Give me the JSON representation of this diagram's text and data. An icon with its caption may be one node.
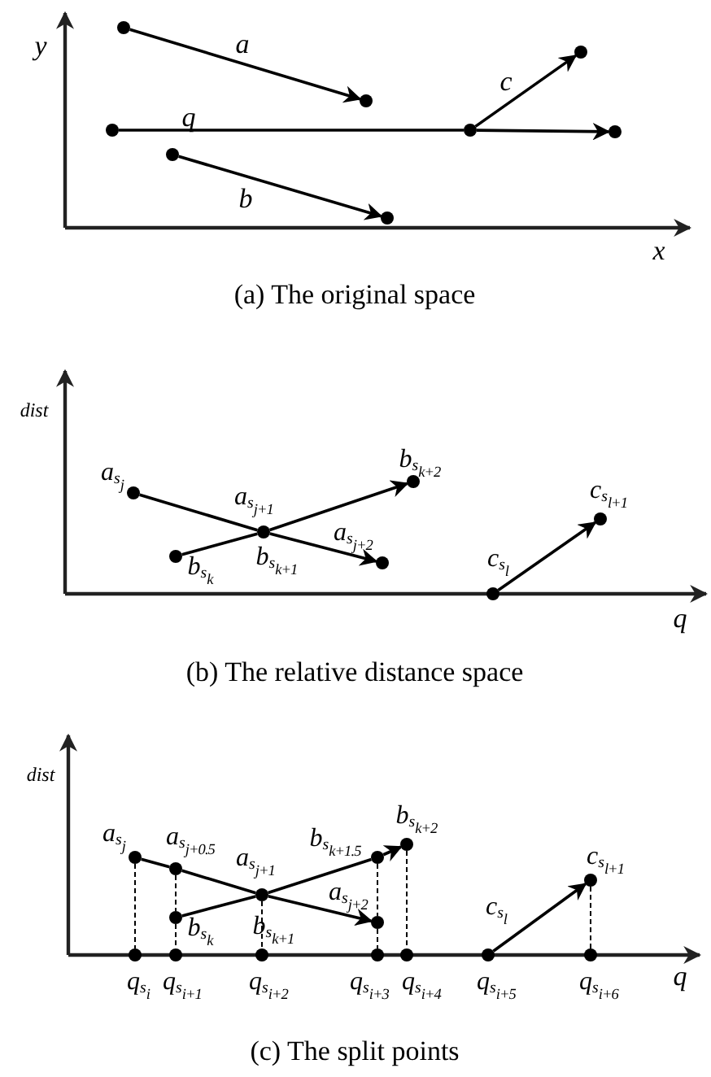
{
  "diagram": {
    "nodes": [
      {
        "text": [],
        "shape": "circle"
      },
      {
        "text": [],
        "shape": "circle"
      },
      {
        "text": [],
        "shape": "circle"
      },
      {
        "text": [],
        "shape": "circle"
      },
      {
        "text": [],
        "shape": "circle"
      },
      {
        "text": [],
        "shape": "circle"
      },
      {
        "text": [],
        "shape": "circle"
      },
      {
        "text": [],
        "shape": "circle"
      },
      {
        "text": [
          "a$_{s}$$_{j}$"
        ]
      },
      {
        "text": [
          "b$_{s}$$_{k+2}$"
        ]
      },
      {
        "text": [
          "a$_{s}$$_{j+1}$",
          "b$_{s}$$_{k+1}$"
        ]
      },
      {
        "text": [
          "c$_{s}$$_{l+1}$"
        ]
      },
      {
        "text": [
          "b$_{s}$$_{k}$"
        ]
      },
      {
        "text": [
          "a$_{s}$$_{j+2}$"
        ]
      },
      {
        "text": [
          "c$_{s}$$_{l}$"
        ]
      },
      {
        "text": [
          "a$_{s}$$_{j}$"
        ]
      },
      {
        "text": [
          "a$_{s}$$_{j+0.5}$"
        ]
      },
      {
        "text": [
          "b$_{s}$$_{k+1.5}$"
        ]
      },
      {
        "text": [
          "b$_{s}$$_{k+2}$"
        ]
      },
      {
        "text": [
          "a$_{s}$$_{j+1}$",
          "b$_{s}$$_{k+1}$"
        ]
      },
      {
        "text": [
          "c$_{s}$$_{l+1}$"
        ]
      },
      {
        "text": [
          "b$_{s}$$_{k}$"
        ]
      },
      {
        "text": [
          "a$_{s}$$_{j+2}$"
        ]
      },
      {
        "text": [
          "q$_{s}$$_{i}$"
        ]
      },
      {
        "text": [
          "q$_{s}$$_{i+1}$"
        ]
      },
      {
        "text": [
          "q$_{s}$$_{i+2}$"
        ]
      },
      {
        "text": [
          "q$_{s}$$_{i+3}$"
        ]
      },
      {
        "text": [
          "q$_{s}$$_{i+4}$"
        ]
      },
      {
        "text": [
          "c$_{s}$$_{l}$",
          "q$_{s}$$_{i+5}$"
        ]
      },
      {
        "text": [
          "q$_{s}$$_{i+6}$"
        ]
      }
    ],
    "edges": [
      {
        "from": 0,
        "to": 1,
        "arrow": "to",
        "label": "a"
      },
      {
        "from": 2,
        "to": 3,
        "arrow": "none",
        "label": "q"
      },
      {
        "from": 3,
        "to": 4,
        "arrow": "to"
      },
      {
        "from": 3,
        "to": 5,
        "arrow": "to",
        "label": "c"
      },
      {
        "from": 6,
        "to": 7,
        "arrow": "to",
        "label": "b"
      },
      {
        "from": 8,
        "to": 10,
        "arrow": "none"
      },
      {
        "from": 10,
        "to": 13,
        "arrow": "to"
      },
      {
        "from": 12,
        "to": 10,
        "arrow": "none"
      },
      {
        "from": 10,
        "to": 9,
        "arrow": "to"
      },
      {
        "from": 14,
        "to": 11,
        "arrow": "to"
      },
      {
        "from": 15,
        "to": 16,
        "arrow": "none"
      },
      {
        "from": 16,
        "to": 19,
        "arrow": "none"
      },
      {
        "from": 19,
        "to": 22,
        "arrow": "to"
      },
      {
        "from": 21,
        "to": 19,
        "arrow": "none"
      },
      {
        "from": 19,
        "to": 17,
        "arrow": "none"
      },
      {
        "from": 17,
        "to": 18,
        "arrow": "to"
      },
      {
        "from": 28,
        "to": 20,
        "arrow": "to"
      },
      {
        "from": 15,
        "to": 23,
        "arrow": "none",
        "style": "dashed"
      },
      {
        "from": 16,
        "to": 21,
        "arrow": "none",
        "style": "dashed"
      },
      {
        "from": 21,
        "to": 24,
        "arrow": "none",
        "style": "dashed"
      },
      {
        "from": 19,
        "to": 25,
        "arrow": "none",
        "style": "dashed"
      },
      {
        "from": 17,
        "to": 22,
        "arrow": "none",
        "style": "dashed"
      },
      {
        "from": 22,
        "to": 26,
        "arrow": "none",
        "style": "dashed"
      },
      {
        "from": 18,
        "to": 27,
        "arrow": "none",
        "style": "dashed"
      },
      {
        "from": 20,
        "to": 29,
        "arrow": "none",
        "style": "dashed"
      }
    ],
    "labels": [
      "y",
      "x",
      "(a) The original space",
      "dist",
      "q",
      "(b) The relative distance space",
      "dist",
      "q",
      "(c) The split points"
    ]
  }
}
